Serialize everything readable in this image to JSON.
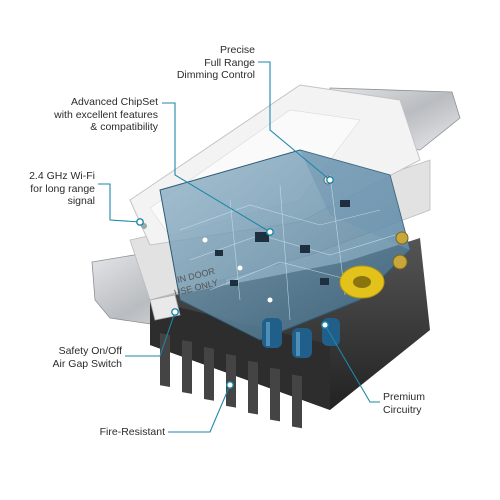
{
  "callouts": {
    "dimming": {
      "lines": [
        "Precise",
        "Full Range",
        "Dimming Control"
      ]
    },
    "chipset": {
      "lines": [
        "Advanced ChipSet",
        "with excellent features",
        "& compatibility"
      ]
    },
    "wifi": {
      "lines": [
        "2.4 GHz Wi-Fi",
        "for long range",
        "signal"
      ]
    },
    "airgap": {
      "lines": [
        "Safety On/Off",
        "Air Gap Switch"
      ]
    },
    "fire": {
      "lines": [
        "Fire-Resistant"
      ]
    },
    "circuitry": {
      "lines": [
        "Premium",
        "Circuitry"
      ]
    }
  },
  "device": {
    "plate_label_lines": [
      "IN DOOR",
      "USE ONLY"
    ]
  },
  "colors": {
    "accent": "#1f87a8",
    "board": "#4f7a96",
    "capacitor": "#1f5f8a",
    "coil": "#e3c21c",
    "housing": "#3a3a3a",
    "metal": "#c9cbce",
    "paddle": "#f1f1f1"
  }
}
